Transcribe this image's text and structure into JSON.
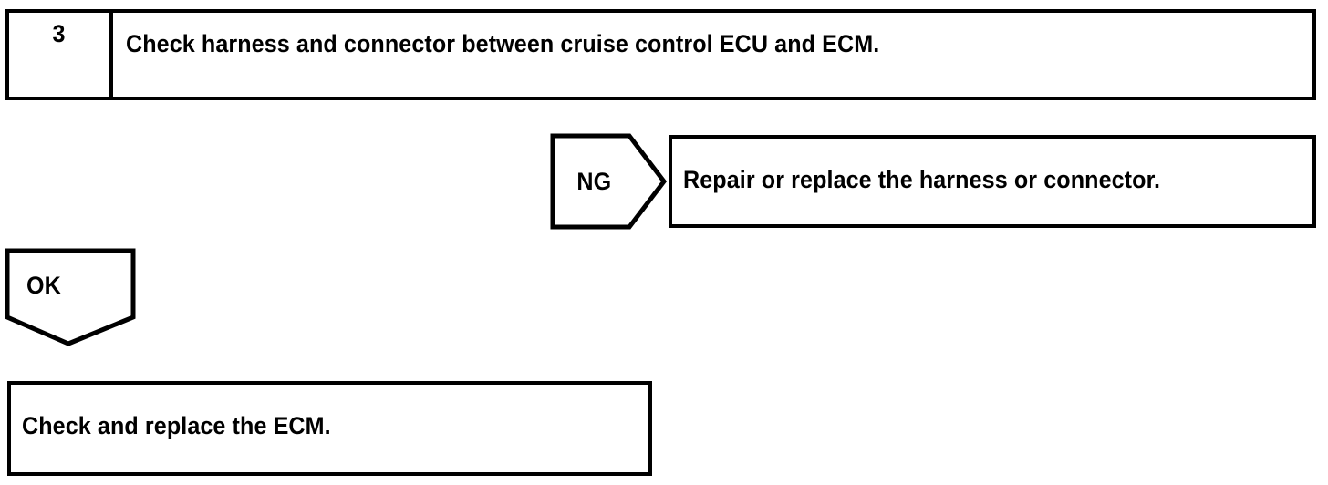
{
  "document": {
    "type": "troubleshooting-flowchart",
    "ink_color": "#000000",
    "background_color": "#ffffff"
  },
  "step": {
    "number": "3",
    "instruction": "Check harness and connector between cruise control ECU and ECM."
  },
  "branches": [
    {
      "id": "ng",
      "label": "NG",
      "direction": "right",
      "result": "Repair or replace the harness or connector."
    },
    {
      "id": "ok",
      "label": "OK",
      "direction": "down",
      "result": "Check and replace the ECM."
    }
  ],
  "outcomes": {
    "ng_action": "Repair or replace the harness or connector.",
    "ok_action": "Check and replace the ECM."
  }
}
